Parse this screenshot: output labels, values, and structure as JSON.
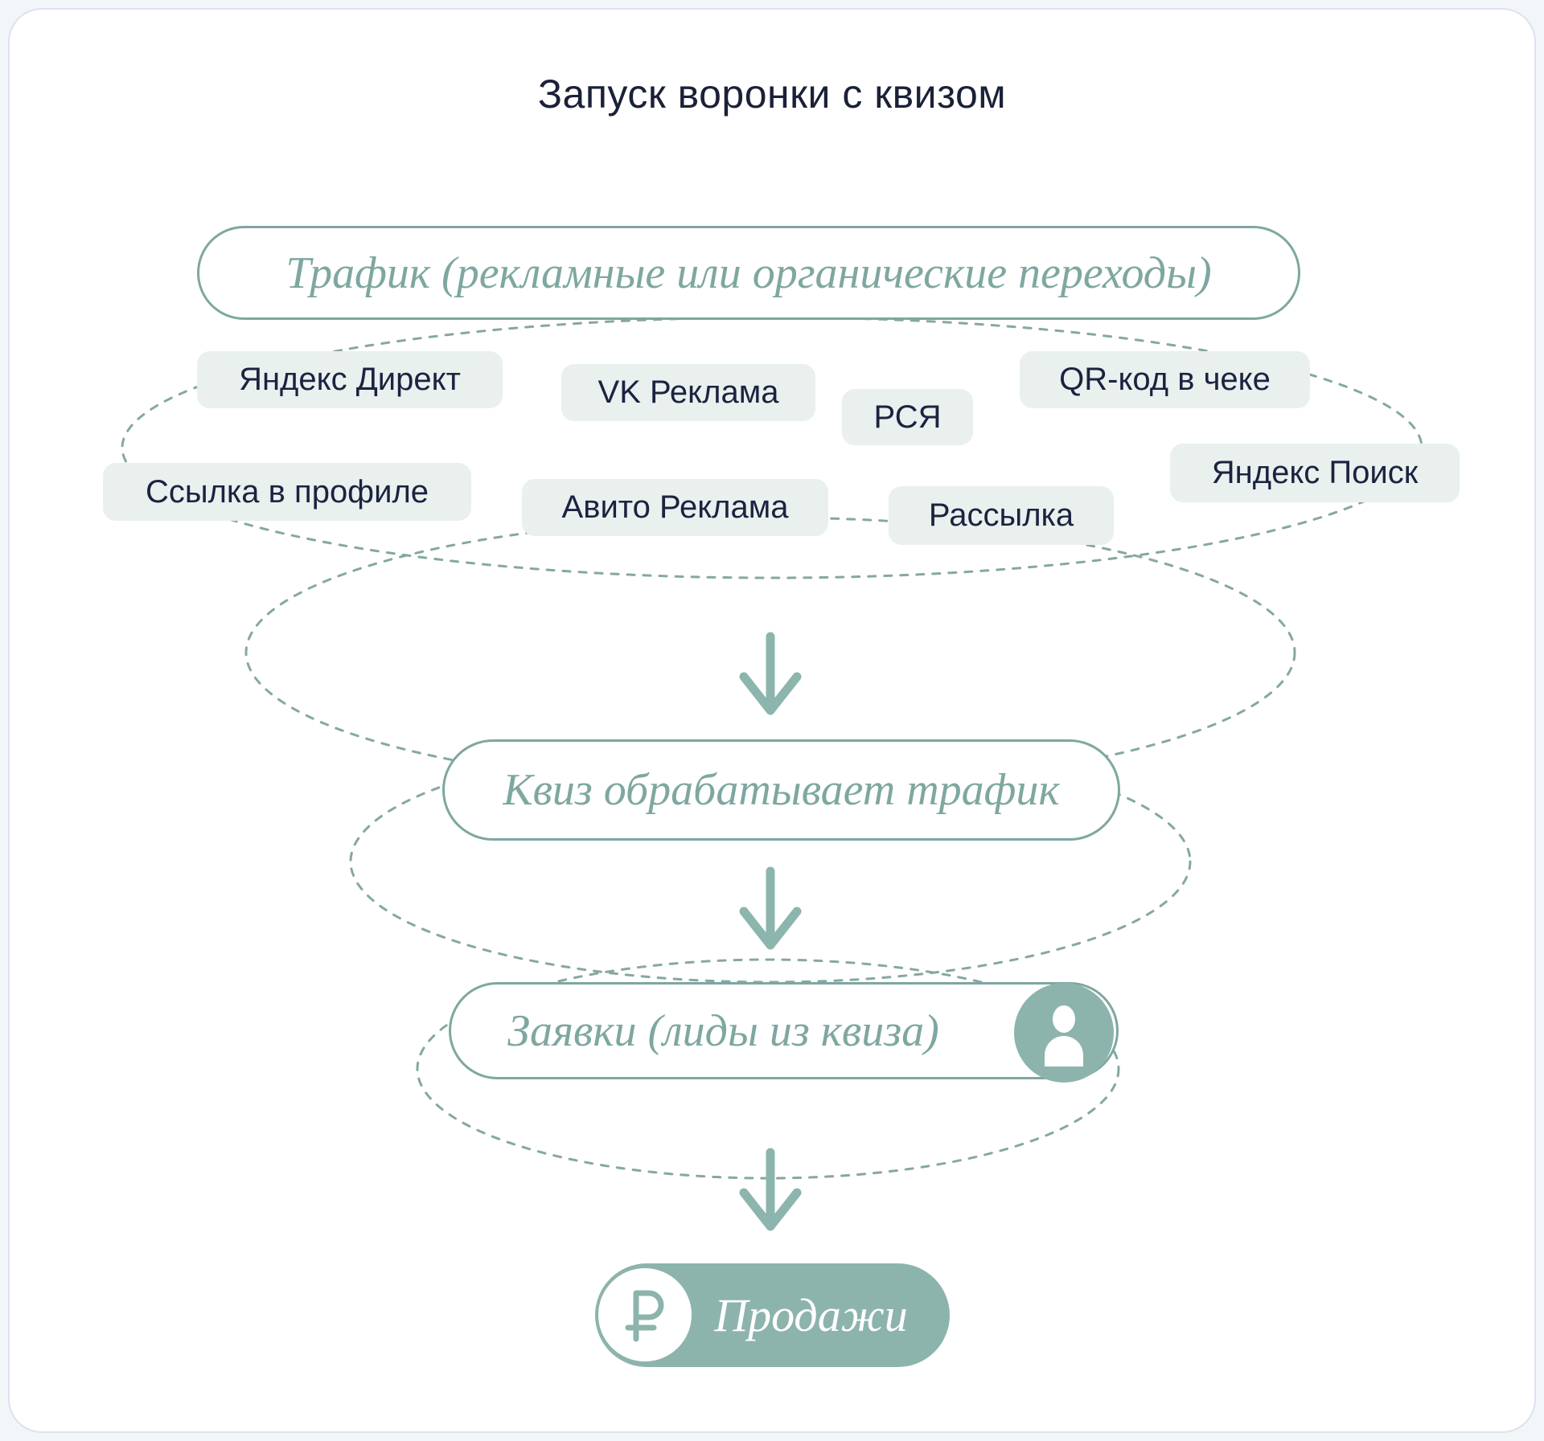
{
  "page": {
    "title": "Запуск воронки с квизом"
  },
  "colors": {
    "accent_teal_border": "#7ea7a0",
    "accent_teal_solid": "#8db4ac",
    "dashed_line": "#85a8a1",
    "chip_background": "#e9f0ee",
    "navy_text": "#1b2340",
    "card_border": "#dbe2ee"
  },
  "funnel": {
    "traffic": {
      "label": "Трафик (рекламные или органические переходы)"
    },
    "sources": [
      {
        "label": "Яндекс Директ"
      },
      {
        "label": "VK Реклама"
      },
      {
        "label": "РСЯ"
      },
      {
        "label": "QR-код в чеке"
      },
      {
        "label": "Ссылка в профиле"
      },
      {
        "label": "Авито Реклама"
      },
      {
        "label": "Рассылка"
      },
      {
        "label": "Яндекс Поиск"
      }
    ],
    "quiz": {
      "label": "Квиз обрабатывает трафик"
    },
    "leads": {
      "label": "Заявки (лиды из квиза)",
      "badge_icon": "person-icon"
    },
    "sales": {
      "label": "Продажи",
      "badge_icon": "ruble-icon",
      "currency_symbol": "₽"
    }
  }
}
